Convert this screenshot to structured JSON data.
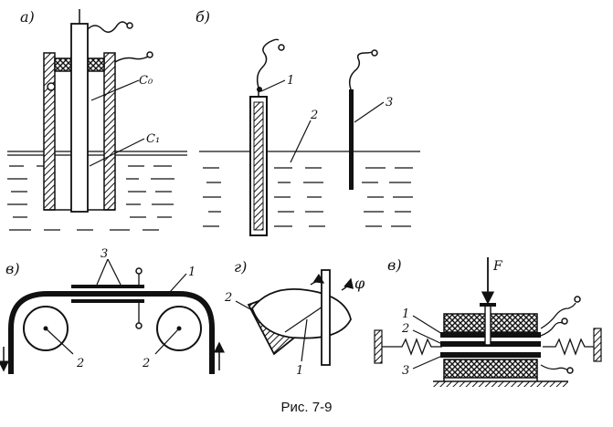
{
  "caption": "Рис. 7-9",
  "panels": {
    "a": {
      "letter": "а)",
      "labels": {
        "c0": "C₀",
        "c1": "C₁"
      }
    },
    "b": {
      "letter": "б)",
      "labels": {
        "one": "1",
        "two": "2",
        "three": "3"
      }
    },
    "v": {
      "letter": "в)",
      "labels": {
        "one": "1",
        "two_left": "2",
        "two_right": "2",
        "three": "3"
      }
    },
    "g": {
      "letter": "г)",
      "labels": {
        "one": "1",
        "two": "2",
        "phi": "φ"
      }
    },
    "d": {
      "letter": "в)",
      "labels": {
        "force": "F",
        "one": "1",
        "two": "2",
        "three": "3"
      }
    }
  }
}
